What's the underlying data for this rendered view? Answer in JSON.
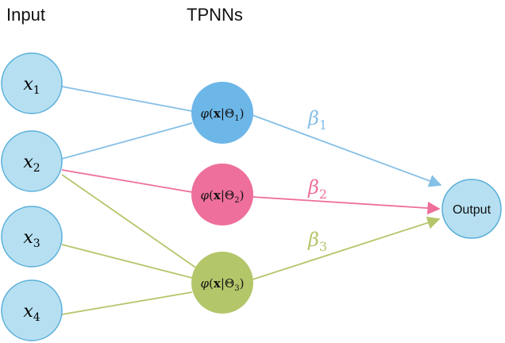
{
  "headers": {
    "input": "Input",
    "tpnns": "TPNNs"
  },
  "inputs": [
    {
      "var": "x",
      "sub": "1"
    },
    {
      "var": "x",
      "sub": "2"
    },
    {
      "var": "x",
      "sub": "3"
    },
    {
      "var": "x",
      "sub": "4"
    }
  ],
  "hidden": [
    {
      "fn": "φ",
      "arg": "x",
      "param": "Θ",
      "sub": "1",
      "color": "#6cb6e8"
    },
    {
      "fn": "φ",
      "arg": "x",
      "param": "Θ",
      "sub": "2",
      "color": "#ee6f9b"
    },
    {
      "fn": "φ",
      "arg": "x",
      "param": "Θ",
      "sub": "3",
      "color": "#b4c66a"
    }
  ],
  "output": {
    "label": "Output"
  },
  "betas": [
    {
      "sym": "β",
      "sub": "1",
      "color": "#86c0e6"
    },
    {
      "sym": "β",
      "sub": "2",
      "color": "#ee6f9b"
    },
    {
      "sym": "β",
      "sub": "3",
      "color": "#b4c66a"
    }
  ],
  "colors": {
    "input_fill": "#b6e0f1",
    "node_stroke": "#5aaed9",
    "edge_blue": "#86c0e6",
    "edge_pink": "#ee6f9b",
    "edge_green": "#b4c66a"
  }
}
